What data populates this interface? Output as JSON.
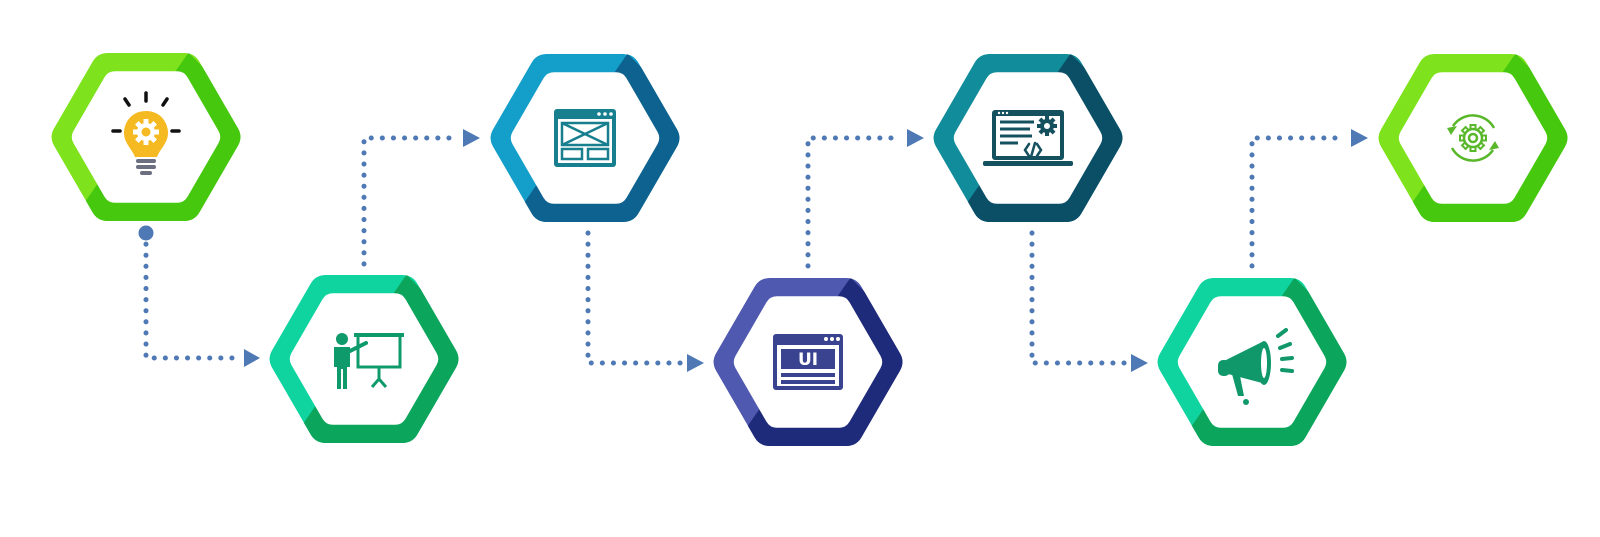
{
  "diagram": {
    "type": "process-flow",
    "connector_color": "#4f79b4",
    "steps": [
      {
        "id": "idea",
        "icon": "lightbulb-gear-icon",
        "color_light": "#7ee21c",
        "color_dark": "#45c80e"
      },
      {
        "id": "presentation",
        "icon": "presenter-board-icon",
        "color_light": "#10d4a0",
        "color_dark": "#0ca55c"
      },
      {
        "id": "wireframe",
        "icon": "wireframe-window-icon",
        "color_light": "#149fca",
        "color_dark": "#0d628f"
      },
      {
        "id": "ui-design",
        "icon": "ui-window-icon",
        "ui_label": "UI",
        "color_light": "#5059b0",
        "color_dark": "#1e2a7a"
      },
      {
        "id": "development",
        "icon": "laptop-code-icon",
        "color_light": "#118c9a",
        "color_dark": "#0a4f66"
      },
      {
        "id": "marketing",
        "icon": "megaphone-icon",
        "color_light": "#10d4a0",
        "color_dark": "#0ca55c"
      },
      {
        "id": "maintenance",
        "icon": "gear-refresh-icon",
        "color_light": "#7ee21c",
        "color_dark": "#45c80e"
      }
    ]
  }
}
